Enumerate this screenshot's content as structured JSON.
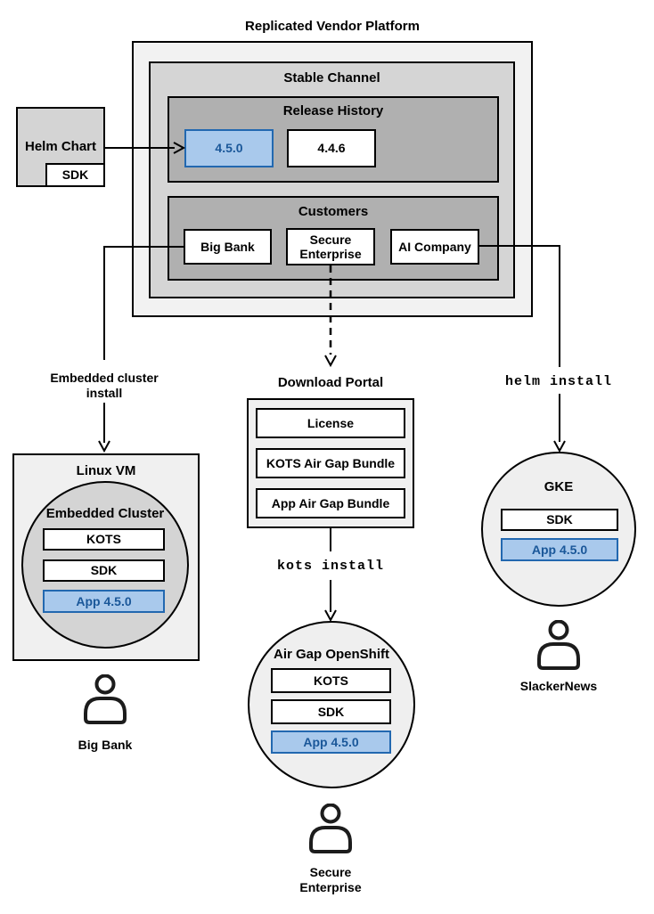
{
  "title": "Replicated Vendor Platform",
  "platform": {
    "stable_channel_label": "Stable Channel",
    "release_history_label": "Release History",
    "releases": [
      "4.5.0",
      "4.4.6"
    ],
    "customers_label": "Customers",
    "customers": [
      "Big Bank",
      "Secure Enterprise",
      "AI Company"
    ]
  },
  "helm_chart": {
    "label": "Helm Chart",
    "sdk_label": "SDK"
  },
  "branches": {
    "big_bank": {
      "install_label": "Embedded cluster install",
      "host_label": "Linux VM",
      "cluster_label": "Embedded Cluster",
      "components": [
        "KOTS",
        "SDK",
        "App 4.5.0"
      ],
      "user_label": "Big Bank"
    },
    "secure_enterprise": {
      "portal_label": "Download Portal",
      "portal_items": [
        "License",
        "KOTS Air Gap Bundle",
        "App Air Gap Bundle"
      ],
      "command_label": "kots install",
      "cluster_label": "Air Gap OpenShift",
      "components": [
        "KOTS",
        "SDK",
        "App 4.5.0"
      ],
      "user_label": "Secure Enterprise"
    },
    "ai_company": {
      "command_label": "helm install",
      "cluster_label": "GKE",
      "components": [
        "SDK",
        "App 4.5.0"
      ],
      "user_label": "SlackerNews"
    }
  },
  "colors": {
    "highlight_fill": "#a9c9ec",
    "highlight_border": "#2268b0",
    "highlight_text": "#1a5799",
    "box_border": "#000000"
  }
}
